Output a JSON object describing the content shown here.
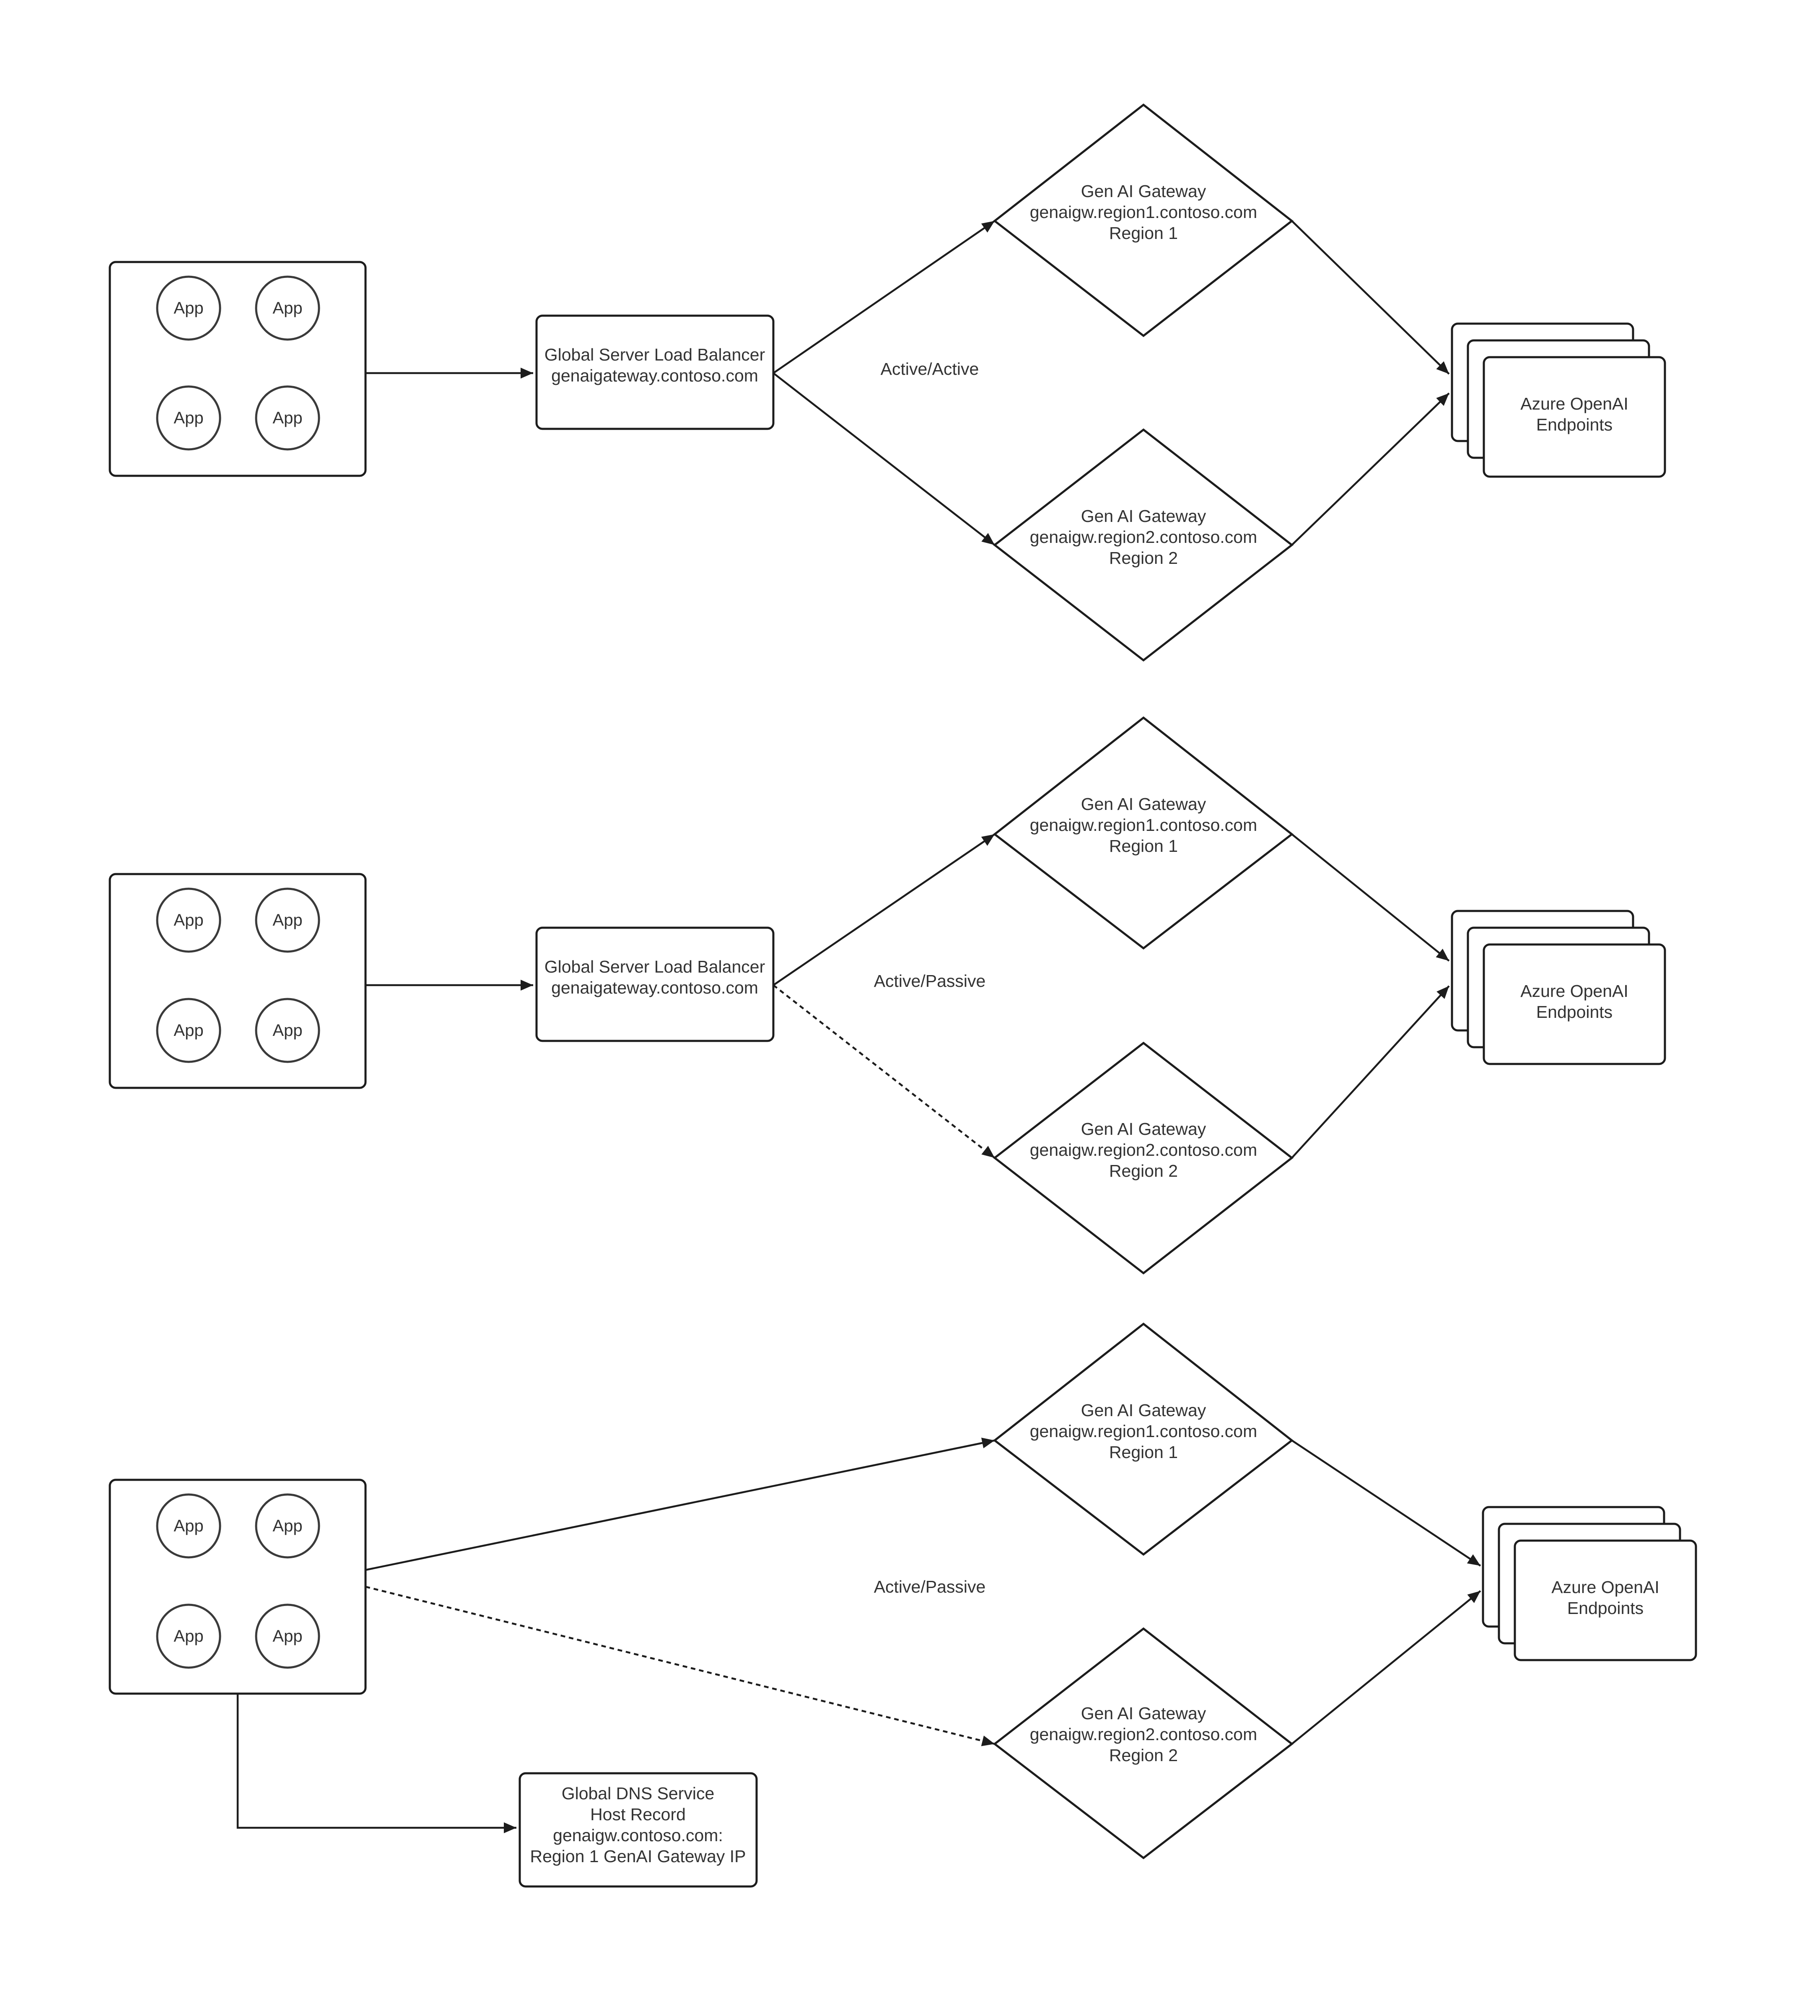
{
  "app_label": "App",
  "glb": {
    "title": "Global Server Load Balancer",
    "host": "genaigateway.contoso.com"
  },
  "gateway_region1": {
    "title": "Gen AI Gateway",
    "host": "genaigw.region1.contoso.com",
    "region": "Region 1"
  },
  "gateway_region2": {
    "title": "Gen AI Gateway",
    "host": "genaigw.region2.contoso.com",
    "region": "Region 2"
  },
  "endpoints": {
    "line1": "Azure OpenAI",
    "line2": "Endpoints"
  },
  "modes": {
    "active_active": "Active/Active",
    "active_passive": "Active/Passive"
  },
  "dns": {
    "line1": "Global DNS Service",
    "line2": "Host Record",
    "line3": "genaigw.contoso.com:",
    "line4": "Region 1 GenAI Gateway IP"
  }
}
